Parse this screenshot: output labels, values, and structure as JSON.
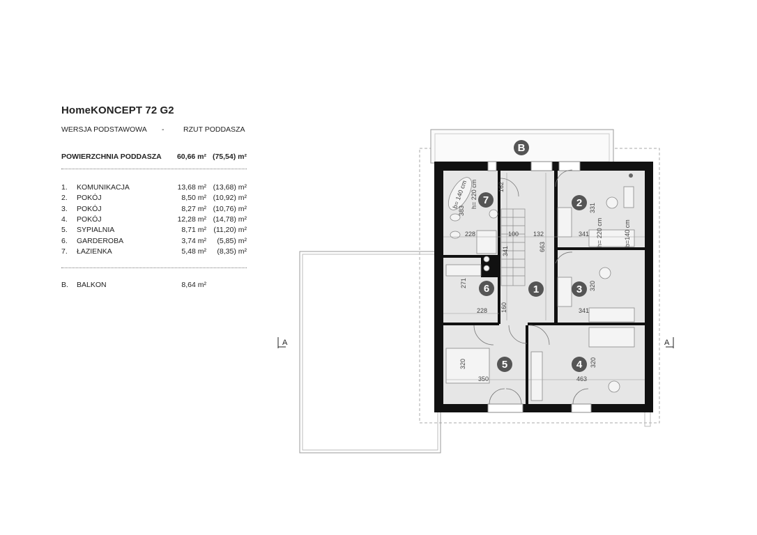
{
  "header": {
    "title": "HomeKONCEPT 72 G2",
    "version": "WERSJA  PODSTAWOWA",
    "separator": "-",
    "view": "RZUT PODDASZA"
  },
  "total": {
    "label": "POWIERZCHNIA PODDASZA",
    "area": "60,66 m²",
    "area_total": "(75,54) m²"
  },
  "rooms": [
    {
      "num": "1.",
      "name": "KOMUNIKACJA",
      "area": "13,68 m²",
      "area_total": "(13,68) m²"
    },
    {
      "num": "2.",
      "name": "POKÓJ",
      "area": "8,50 m²",
      "area_total": "(10,92) m²"
    },
    {
      "num": "3.",
      "name": "POKÓJ",
      "area": "8,27 m²",
      "area_total": "(10,76) m²"
    },
    {
      "num": "4.",
      "name": "POKÓJ",
      "area": "12,28 m²",
      "area_total": "(14,78) m²"
    },
    {
      "num": "5.",
      "name": "SYPIALNIA",
      "area": "8,71 m²",
      "area_total": "(11,20) m²"
    },
    {
      "num": "6.",
      "name": "GARDEROBA",
      "area": "3,74 m²",
      "area_total": "(5,85) m²"
    },
    {
      "num": "7.",
      "name": "ŁAZIENKA",
      "area": "5,48 m²",
      "area_total": "(8,35) m²"
    }
  ],
  "balcony": {
    "num": "B.",
    "name": "BALKON",
    "area": "8,64 m²"
  },
  "plan": {
    "room_markers": [
      "1",
      "2",
      "3",
      "4",
      "5",
      "6",
      "7"
    ],
    "balcony_marker": "B",
    "section_left": "A",
    "section_right": "A",
    "dimensions": {
      "d162": "162",
      "d383": "383",
      "d228a": "228",
      "d100": "100",
      "d132": "132",
      "d663": "663",
      "d341s": "341",
      "d331": "331",
      "d341a": "341",
      "d320a": "320",
      "d341b": "341",
      "d271": "271",
      "d228b": "228",
      "d160": "160",
      "d320b": "320",
      "d350": "350",
      "d320c": "320",
      "d463": "463",
      "bath_w": "b= 140 cm",
      "bath_h": "h= 220 cm",
      "bed2_h": "h= 220 cm",
      "bed2_w": "b=140 cm"
    },
    "colors": {
      "wall": "#111111",
      "floor": "#e6e6e6",
      "marker": "#555555"
    }
  }
}
